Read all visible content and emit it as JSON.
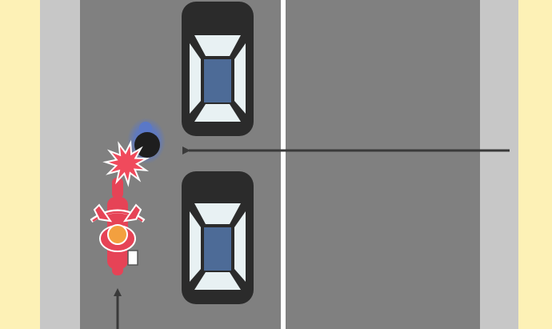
{
  "scene": {
    "colors": {
      "sidewalk": "#fdf1b6",
      "curb": "#c7c7c7",
      "road": "#808080",
      "center_line": "#ffffff",
      "car_body": "#2b2b2b",
      "car_glass": "#e8f1f3",
      "car_roof": "#4d6b97",
      "motorcycle": "#e64356",
      "rider_helmet": "#f3a03f",
      "pedestrian_head": "#1e1e1e",
      "pedestrian_glow": "#5a78c8",
      "collision_burst": "#f04a5c",
      "arrow": "#3a3a3a"
    },
    "objects": {
      "parked_car_1": "car-top-view",
      "parked_car_2": "car-top-view",
      "motorcycle": "motorcycle-with-rider",
      "pedestrian": "pedestrian-top-view",
      "collision": "collision-burst",
      "pedestrian_path": "arrow-left",
      "motorcycle_path": "arrow-up"
    }
  }
}
